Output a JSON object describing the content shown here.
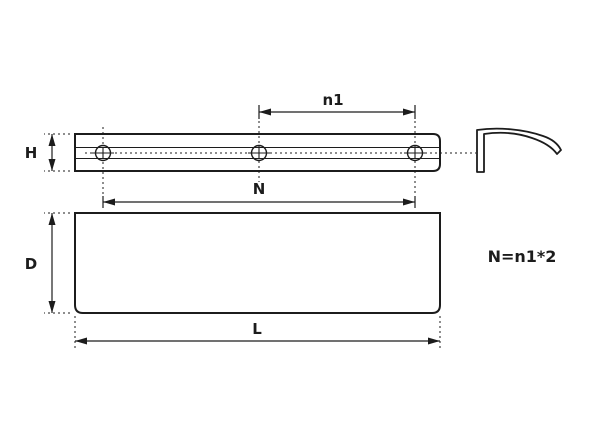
{
  "colors": {
    "line": "#1c1c1c",
    "background": "#ffffff"
  },
  "labels": {
    "dim_h": "H",
    "dim_n1": "n1",
    "dim_n": "N",
    "dim_d": "D",
    "dim_l": "L",
    "formula": "N=n1*2"
  }
}
